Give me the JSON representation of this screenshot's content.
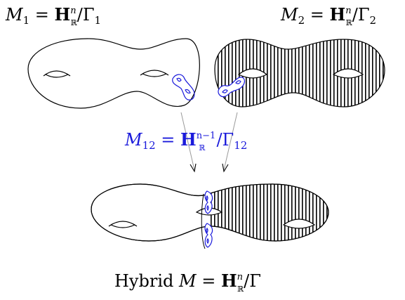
{
  "labels": {
    "m1": {
      "lhs": "M",
      "lhs_sub": "1",
      "eq": " = ",
      "H": "H",
      "H_sub": "ℝ",
      "H_sup": "n",
      "slash": "/",
      "group": "Γ",
      "group_sub": "1"
    },
    "m2": {
      "lhs": "M",
      "lhs_sub": "2",
      "eq": " = ",
      "H": "H",
      "H_sub": "ℝ",
      "H_sup": "n",
      "slash": "/",
      "group": "Γ",
      "group_sub": "2"
    },
    "m12": {
      "lhs": "M",
      "lhs_sub": "12",
      "eq": " = ",
      "H": "H",
      "H_sub": "ℝ",
      "H_sup": "n−1",
      "slash": "/",
      "group": "Γ",
      "group_sub": "12"
    },
    "hybrid": {
      "word": "Hybrid ",
      "lhs": "M",
      "eq": " = ",
      "H": "H",
      "H_sub": "ℝ",
      "H_sup": "n",
      "slash": "/",
      "group": "Γ"
    }
  },
  "colors": {
    "ink": "#000000",
    "highlight": "#1a1adb",
    "arrow": "#9a9a9a"
  }
}
